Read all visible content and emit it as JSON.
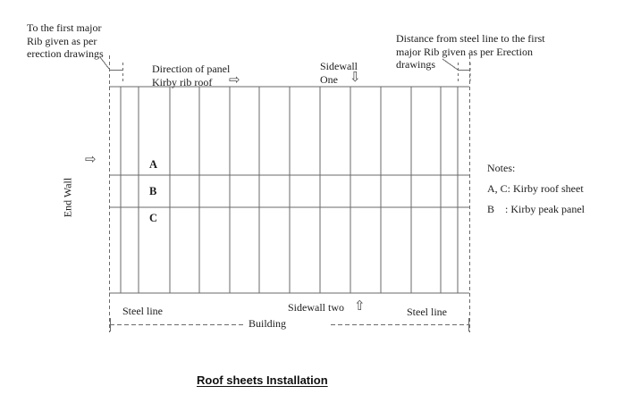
{
  "title": {
    "text": "Roof sheets Installation"
  },
  "annotations": {
    "top_left": {
      "line1": "To the first major",
      "line2": "Rib given as per",
      "line3": "erection drawings"
    },
    "top_right": {
      "line1": "Distance from steel line to the first",
      "line2": "major Rib given as per Erection",
      "line3": "drawings"
    },
    "direction": {
      "line1": "Direction of panel",
      "line2": "Kirby rib roof"
    },
    "sidewall_one": {
      "line1": "Sidewall",
      "line2": "One"
    },
    "sidewall_two": "Sidewall two",
    "end_wall": "End Wall"
  },
  "labels": {
    "a": "A",
    "b": "B",
    "c": "C"
  },
  "notes": {
    "heading": "Notes:",
    "line1": "A, C: Kirby roof sheet",
    "line2": "B    : Kirby peak panel"
  },
  "footer": {
    "steel_line_left": "Steel line",
    "steel_line_right": "Steel line",
    "building": "Building"
  },
  "icons": {
    "arrow_right": "⇨",
    "arrow_down": "⇩",
    "arrow_up": "⇧"
  },
  "colors": {
    "line": "#6a6a6a",
    "text": "#1c1c1c",
    "background": "#ffffff"
  }
}
